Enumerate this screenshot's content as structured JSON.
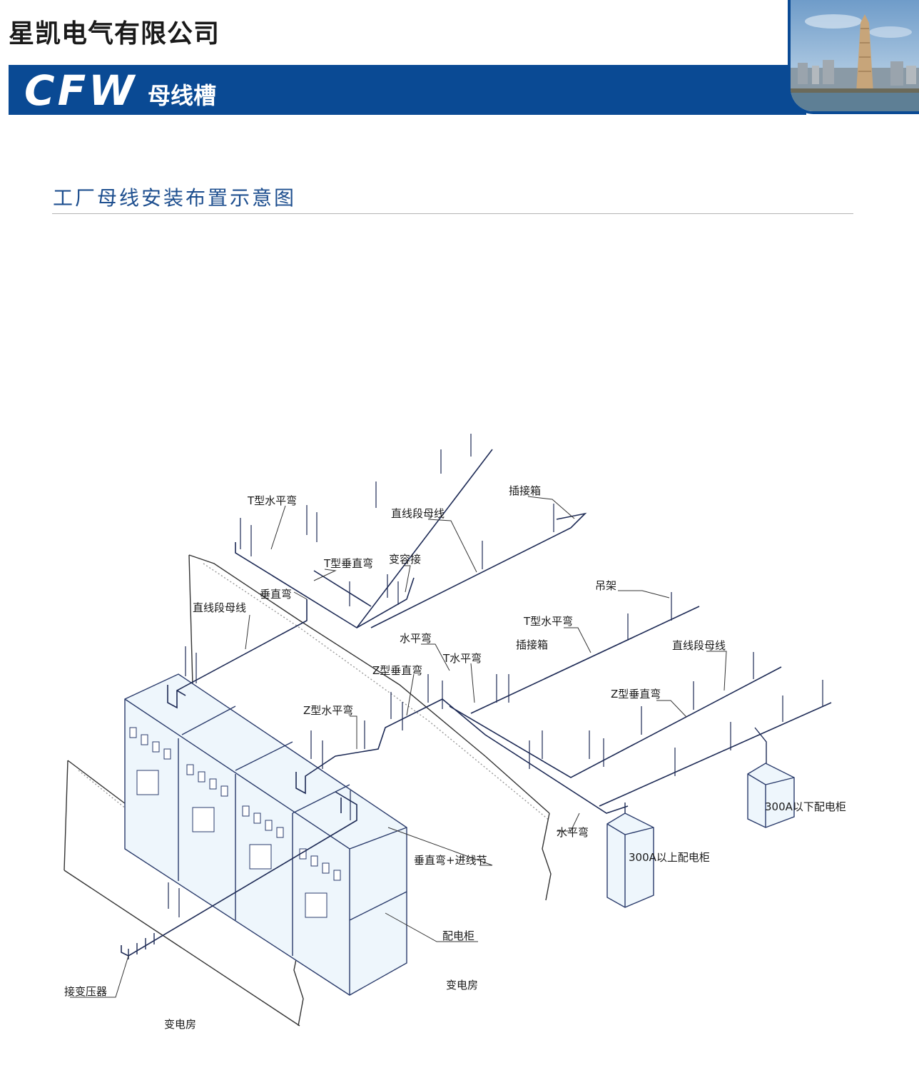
{
  "header": {
    "company": "星凯电气有限公司",
    "product_code": "CFW",
    "product_name": "母线槽"
  },
  "section_title": "工厂母线安装布置示意图",
  "diagram": {
    "labels": {
      "t_h_bend_1": "T型水平弯",
      "plug_box_1": "插接箱",
      "straight_bus_1": "直线段母线",
      "t_v_bend": "T型垂直弯",
      "reducer": "变容接",
      "v_bend": "垂直弯",
      "straight_bus_2": "直线段母线",
      "hanger": "吊架",
      "t_h_bend_2": "T型水平弯",
      "plug_box_2": "插接箱",
      "straight_bus_3": "直线段母线",
      "h_bend_1": "水平弯",
      "t_h_bend_3": "T水平弯",
      "z_v_bend_1": "Z型垂直弯",
      "z_v_bend_2": "Z型垂直弯",
      "z_h_bend": "Z型水平弯",
      "cabinet_below_300": "300A以下配电柜",
      "h_bend_2": "水平弯",
      "cabinet_above_300": "300A以上配电柜",
      "v_bend_inlet": "垂直弯+进线节",
      "switchgear": "配电柜",
      "transformer_conn": "接变压器",
      "substation_1": "变电房",
      "substation_2": "变电房"
    }
  }
}
